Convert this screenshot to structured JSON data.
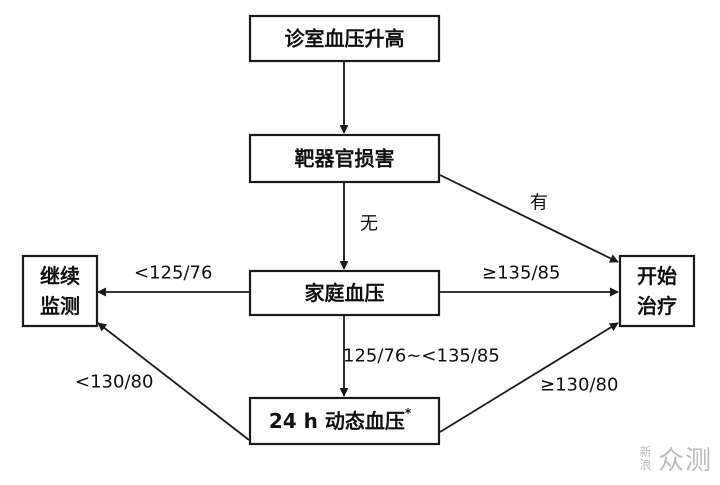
{
  "nodes": {
    "clinic_bp_high": "诊室血压升高",
    "target_organ_damage": "靶器官损害",
    "home_bp": "家庭血压",
    "ambulatory_bp": "24 h 动态血压",
    "ambulatory_bp_mark": "*",
    "continue_monitoring_line1": "继续",
    "continue_monitoring_line2": "监测",
    "start_treatment_line1": "开始",
    "start_treatment_line2": "治疗"
  },
  "edges": {
    "no": "无",
    "yes": "有",
    "home_low": "<125/76",
    "home_high": "≥135/85",
    "home_mid": "125/76~<135/85",
    "ambulatory_low": "<130/80",
    "ambulatory_high": "≥130/80"
  },
  "watermark": {
    "small1": "新",
    "small2": "浪",
    "big": "众测"
  }
}
